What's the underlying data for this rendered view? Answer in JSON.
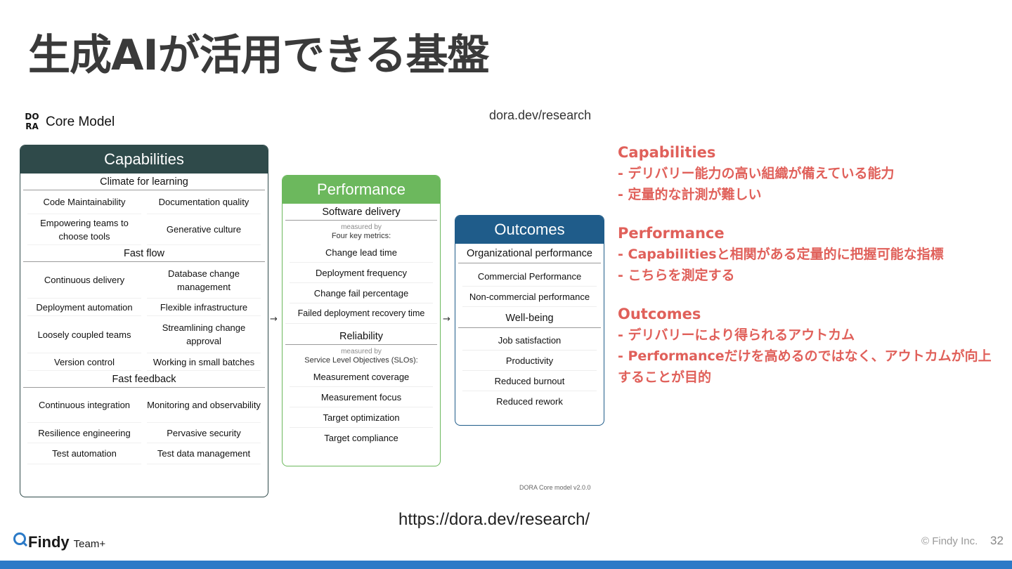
{
  "slide": {
    "title": "生成AIが活用できる基盤",
    "page_number": "32",
    "copyright": "© Findy Inc."
  },
  "dora": {
    "logo_letters": [
      "DO",
      "RA"
    ],
    "logo_text": "Core Model",
    "url_top": "dora.dev/research",
    "version": "DORA Core model v2.0.0"
  },
  "capabilities": {
    "header": "Capabilities",
    "sections": [
      {
        "title": "Climate for learning",
        "cells": [
          "Code Maintainability",
          "Documentation quality",
          "Empowering teams to choose tools",
          "Generative culture"
        ]
      },
      {
        "title": "Fast flow",
        "cells": [
          "Continuous delivery",
          "Database change management",
          "Deployment automation",
          "Flexible infrastructure",
          "Loosely coupled teams",
          "Streamlining change approval",
          "Version control",
          "Working in small batches"
        ]
      },
      {
        "title": "Fast feedback",
        "cells": [
          "Continuous integration",
          "Monitoring and observability",
          "Resilience engineering",
          "Pervasive security",
          "Test automation",
          "Test data management"
        ]
      }
    ]
  },
  "performance": {
    "header": "Performance",
    "software_delivery": {
      "title": "Software delivery",
      "measured_by": "measured by",
      "subtitle": "Four key metrics:",
      "items": [
        "Change lead time",
        "Deployment frequency",
        "Change fail percentage",
        "Failed deployment recovery time"
      ]
    },
    "reliability": {
      "title": "Reliability",
      "measured_by": "measured by",
      "subtitle": "Service Level Objectives (SLOs):",
      "items": [
        "Measurement coverage",
        "Measurement focus",
        "Target optimization",
        "Target compliance"
      ]
    }
  },
  "outcomes": {
    "header": "Outcomes",
    "org": {
      "title": "Organizational performance",
      "items": [
        "Commercial Performance",
        "Non-commercial performance"
      ]
    },
    "wellbeing": {
      "title": "Well-being",
      "items": [
        "Job satisfaction",
        "Productivity",
        "Reduced burnout",
        "Reduced rework"
      ]
    }
  },
  "arrows": [
    "→",
    "→"
  ],
  "notes": [
    {
      "heading": "Capabilities",
      "lines": [
        "- デリバリー能力の高い組織が備えている能力",
        "- 定量的な計測が難しい"
      ]
    },
    {
      "heading": "Performance",
      "lines": [
        "- Capabilitiesと相関がある定量的に把握可能な指標",
        "- こちらを測定する"
      ]
    },
    {
      "heading": "Outcomes",
      "lines": [
        "- デリバリーにより得られるアウトカム",
        "- Performanceだけを高めるのではなく、アウトカムが向上することが目的"
      ]
    }
  ],
  "reference_link": "https://dora.dev/research/",
  "brand": {
    "name": "Findy",
    "product": "Team+",
    "accent_color": "#2b7ac7",
    "note_color": "#e0605a"
  }
}
